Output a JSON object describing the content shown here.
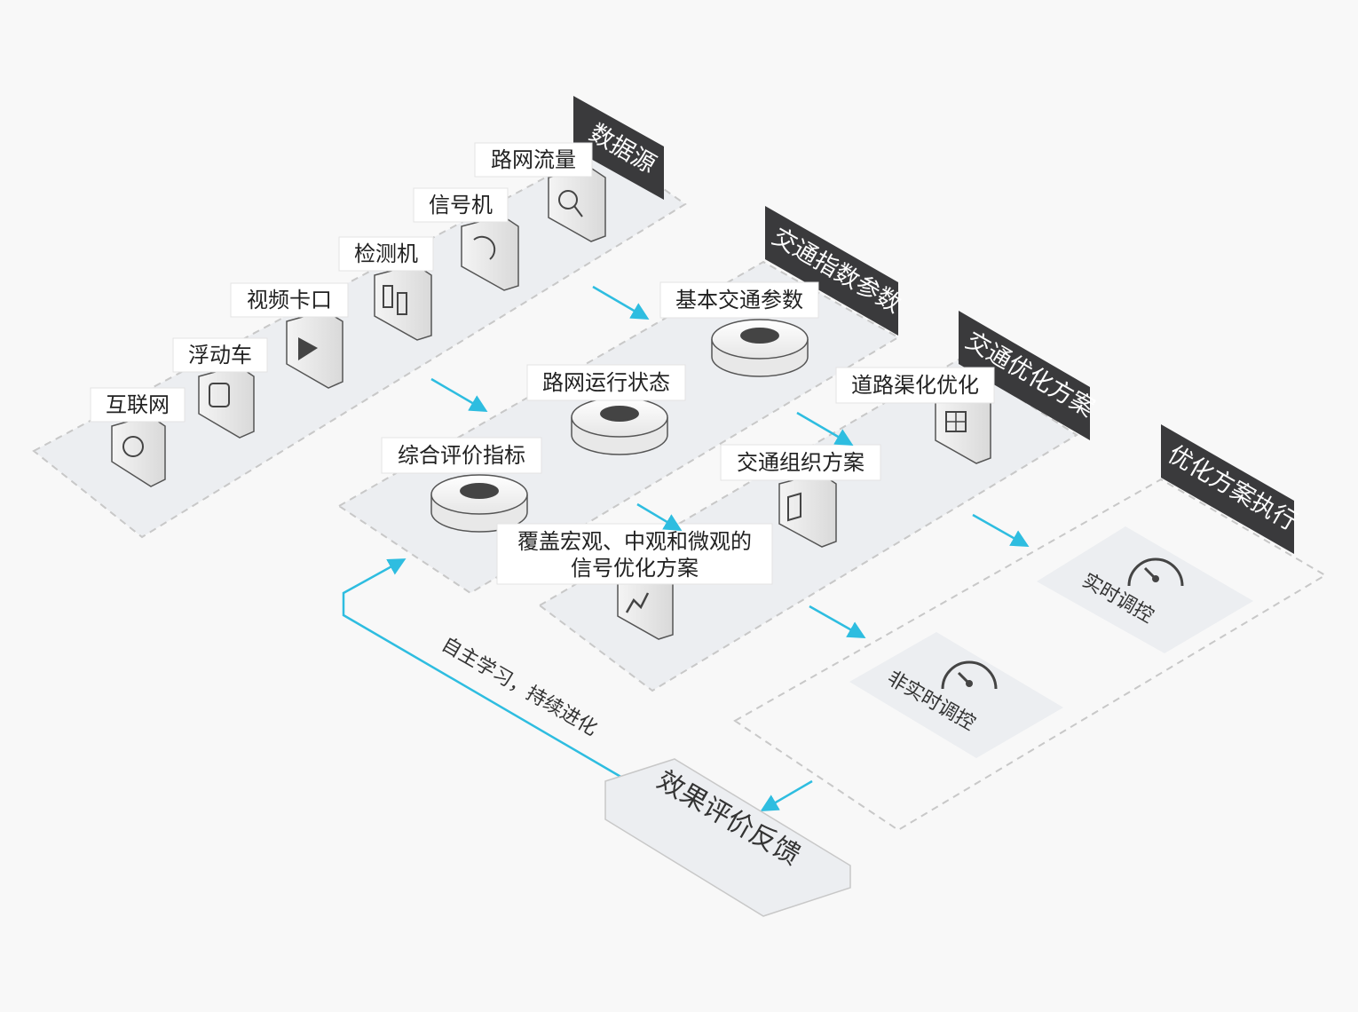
{
  "stages": {
    "data_source": "数据源",
    "traffic_index_params": "交通指数参数",
    "traffic_optimization_plan": "交通优化方案",
    "plan_execution": "优化方案执行"
  },
  "data_source_items": [
    "互联网",
    "浮动车",
    "视频卡口",
    "检测机",
    "信号机",
    "路网流量"
  ],
  "index_items": {
    "basic_params": "基本交通参数",
    "network_status": "路网运行状态",
    "evaluation_index": "综合评价指标"
  },
  "plan_items": {
    "road_channelization": "道路渠化优化",
    "organization_plan": "交通组织方案",
    "signal_plan_line1": "覆盖宏观、中观和微观的",
    "signal_plan_line2": "信号优化方案"
  },
  "execution_items": {
    "realtime": "实时调控",
    "non_realtime": "非实时调控"
  },
  "feedback": {
    "title": "效果评价反馈",
    "loop_label": "自主学习，持续进化"
  },
  "colors": {
    "arrow": "#2ebde0",
    "tag_bg": "#3a3a3c",
    "band_fill": "#eceef1",
    "band_border": "#c8c8c8"
  }
}
